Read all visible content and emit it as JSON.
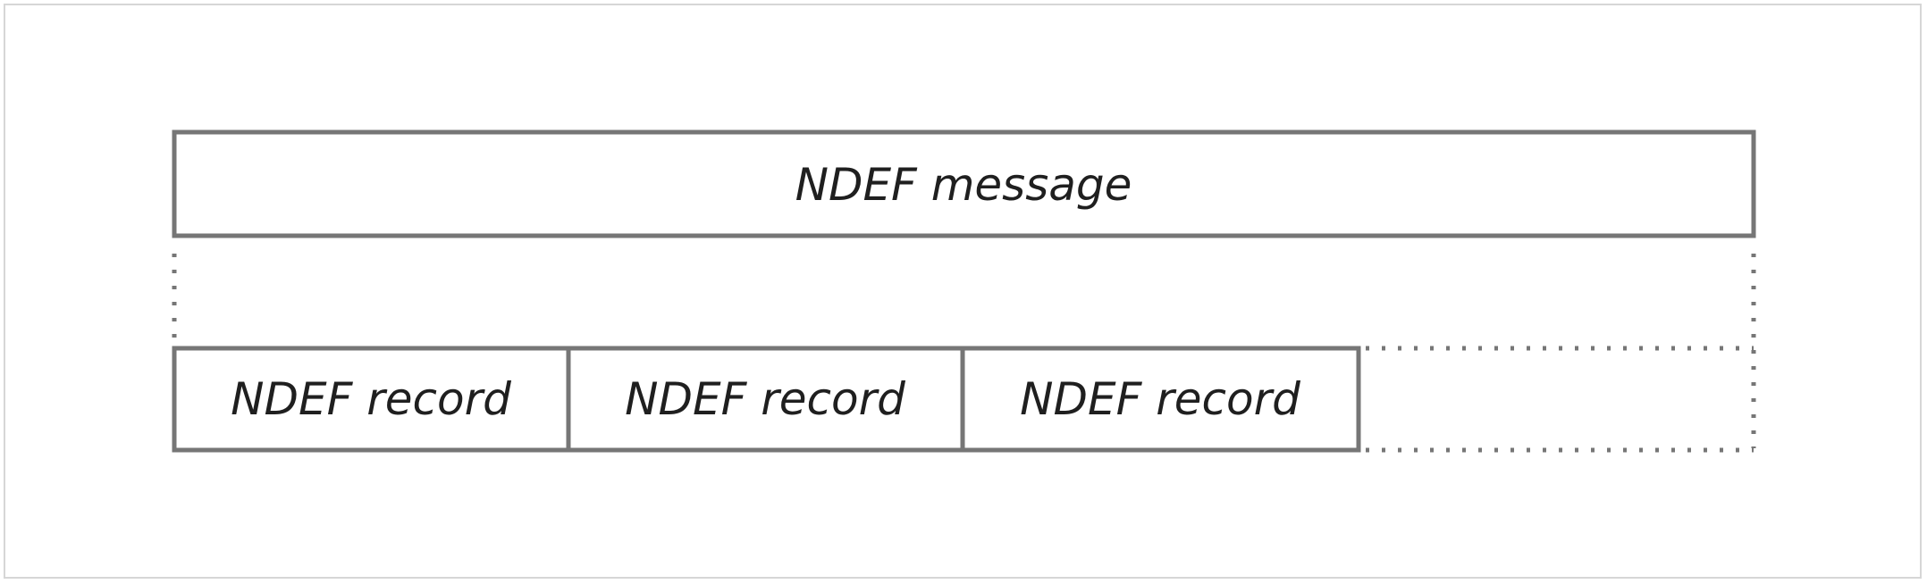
{
  "diagram": {
    "message_label": "NDEF message",
    "records": [
      {
        "label": "NDEF record"
      },
      {
        "label": "NDEF record"
      },
      {
        "label": "NDEF record"
      }
    ]
  },
  "colors": {
    "line": "#767676",
    "text": "#1f1f1f",
    "frame": "#d6d6d6"
  }
}
